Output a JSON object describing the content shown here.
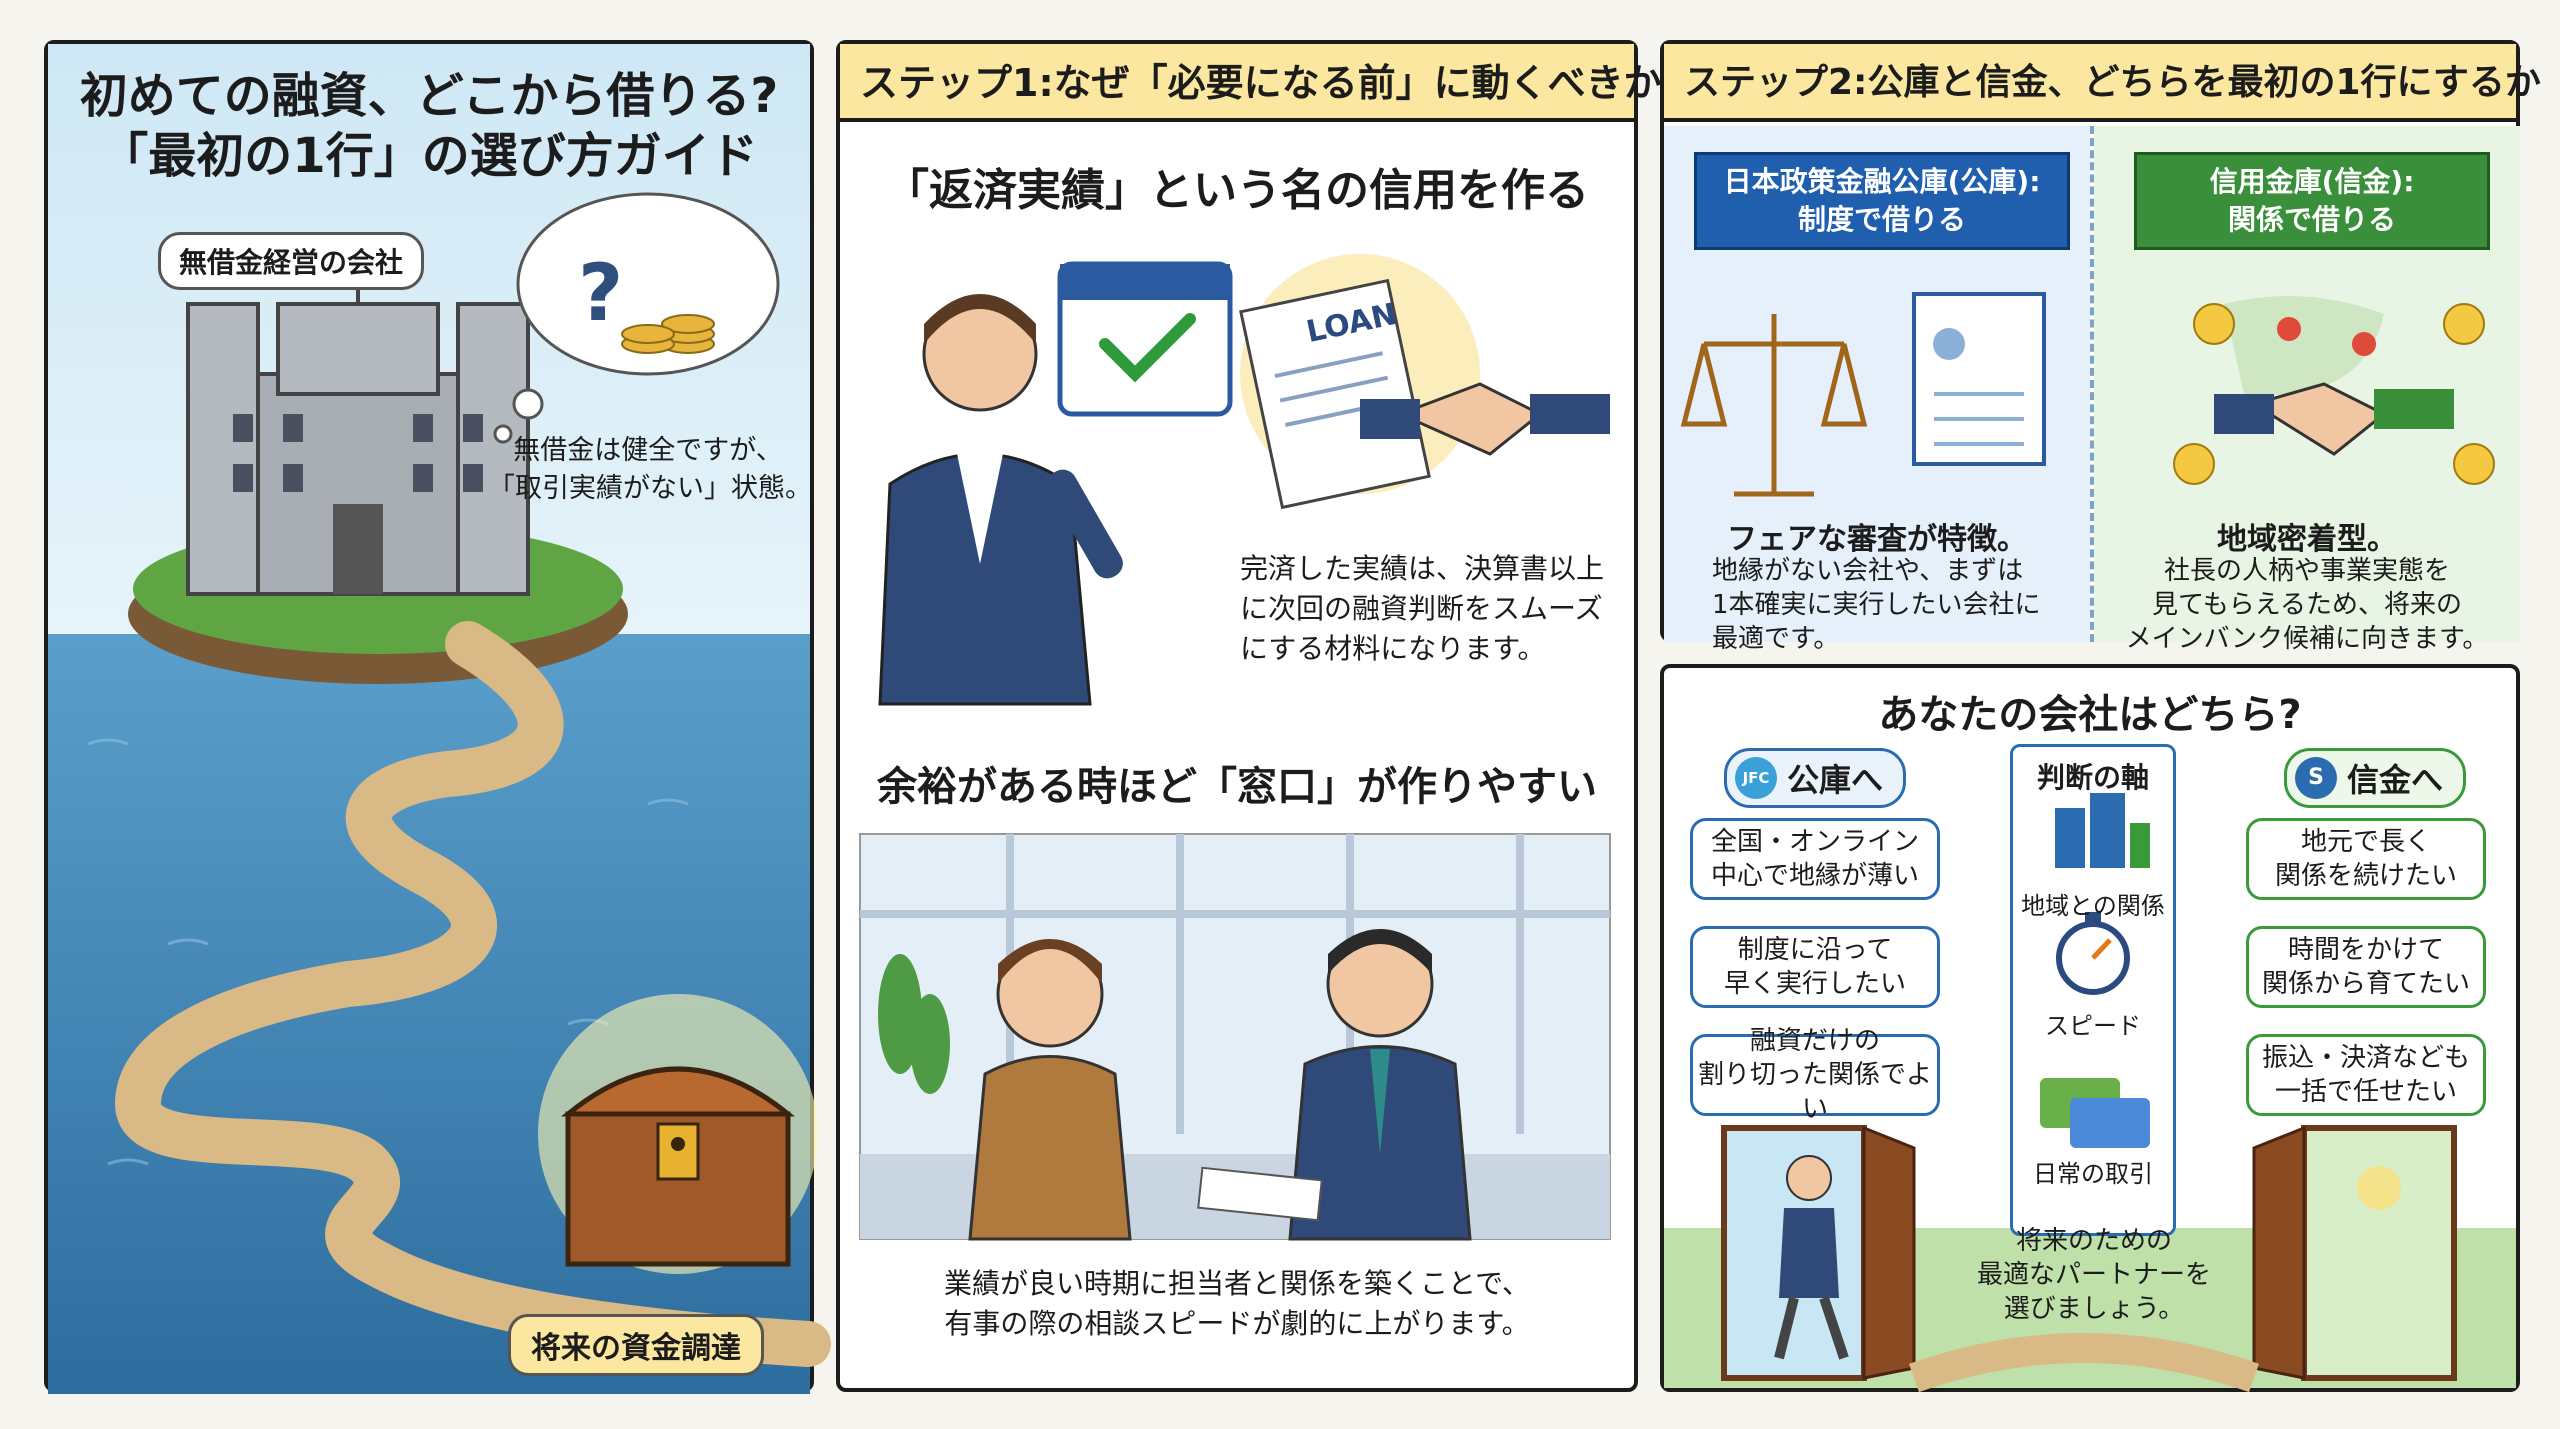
{
  "panel1": {
    "title_line1": "初めての融資、どこから借りる?",
    "title_line2": "「最初の1行」の選び方ガイド",
    "castle_label": "無借金経営の会社",
    "note_line1": "無借金は健全ですが、",
    "note_line2": "「取引実績がない」状態。",
    "treasure_label": "将来の資金調達",
    "question_mark": "?"
  },
  "panel2": {
    "header": "ステップ1:なぜ「必要になる前」に動くべきか",
    "section1_title": "「返済実績」という名の信用を作る",
    "doc_label": "LOAN",
    "section1_text": [
      "完済した実績は、決算書以上",
      "に次回の融資判断をスムーズ",
      "にする材料になります。"
    ],
    "section2_title": "余裕がある時ほど「窓口」が作りやすい",
    "section2_text": [
      "業績が良い時期に担当者と関係を築くことで、",
      "有事の際の相談スピードが劇的に上がります。"
    ]
  },
  "panel3": {
    "header": "ステップ2:公庫と信金、どちらを最初の1行にするか",
    "left_banner": [
      "日本政策金融公庫(公庫):",
      "制度で借りる"
    ],
    "left_heading": "フェアな審査が特徴。",
    "left_text": [
      "地縁がない会社や、まずは",
      "1本確実に実行したい会社に",
      "最適です。"
    ],
    "right_banner": [
      "信用金庫(信金):",
      "関係で借りる"
    ],
    "right_heading": "地域密着型。",
    "right_text": [
      "社長の人柄や事業実態を",
      "見てもらえるため、将来の",
      "メインバンク候補に向きます。"
    ]
  },
  "panel4": {
    "title": "あなたの会社はどちら?",
    "left_header": "公庫へ",
    "left_logo": "JFC",
    "left_items": [
      [
        "全国・オンライン",
        "中心で地縁が薄い"
      ],
      [
        "制度に沿って",
        "早く実行したい"
      ],
      [
        "融資だけの",
        "割り切った関係でよい"
      ]
    ],
    "axis_title": "判断の軸",
    "axis_items": [
      "地域との関係",
      "スピード",
      "日常の取引"
    ],
    "right_header": "信金へ",
    "right_logo": "S",
    "right_items": [
      [
        "地元で長く",
        "関係を続けたい"
      ],
      [
        "時間をかけて",
        "関係から育てたい"
      ],
      [
        "振込・決済なども",
        "一括で任せたい"
      ]
    ],
    "closing": [
      "将来のための",
      "最適なパートナーを",
      "選びましょう。"
    ]
  },
  "colors": {
    "header_bg": "#fbe7a0",
    "kouko_blue": "#1f5fae",
    "shinkin_green": "#3a8f3a",
    "sea": "#2f6f9f"
  }
}
